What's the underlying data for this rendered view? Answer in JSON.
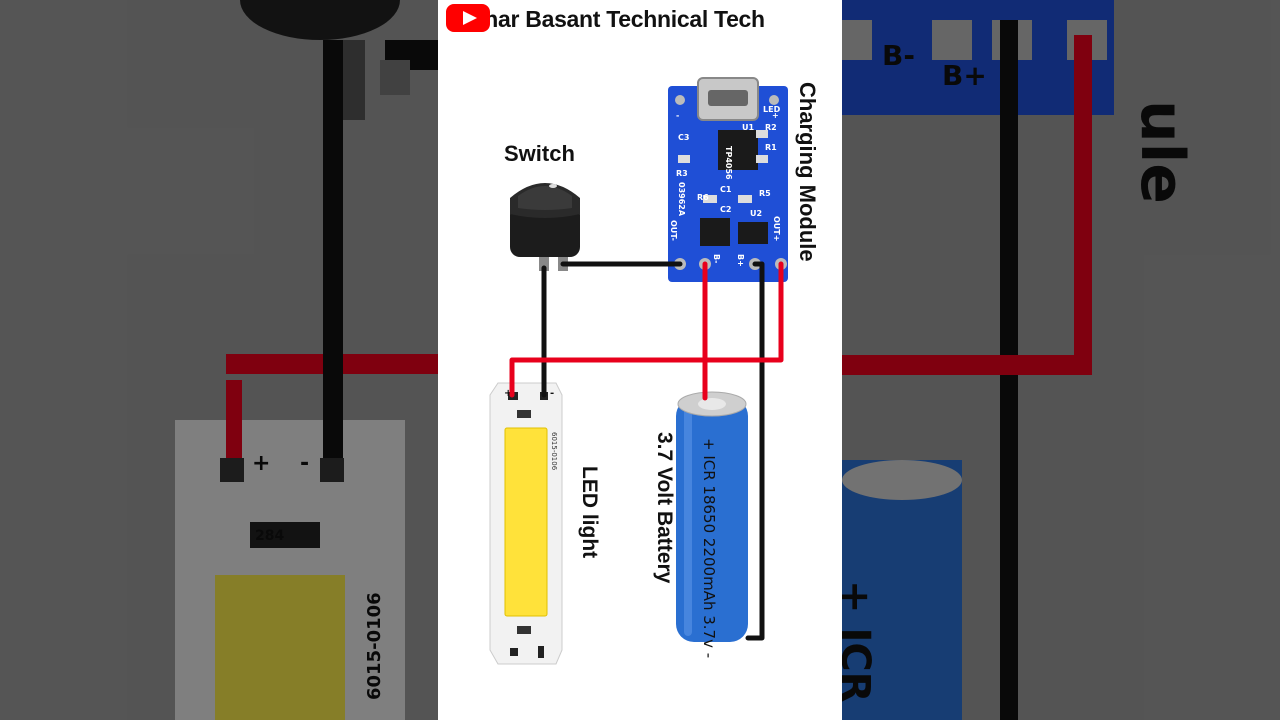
{
  "header": {
    "channel_name": "Tushar Basant Technical Tech",
    "logo_icon": "youtube-play-icon"
  },
  "labels": {
    "switch": "Switch",
    "charging_module": "Charging Module",
    "led_light": "LED light",
    "battery": "3.7 Volt Battery"
  },
  "charging_module": {
    "pins_top": [
      "-",
      "+"
    ],
    "pins_bottom": [
      "OUT-",
      "B-",
      "B+",
      "OUT+"
    ],
    "components": [
      "R2",
      "C3",
      "R1",
      "R3",
      "03962A",
      "R6",
      "C1",
      "R5",
      "C2",
      "U2",
      "U1",
      "LED"
    ],
    "chip_marking": "TP4056"
  },
  "battery": {
    "marking": "+ ICR 18650 2200mAh 3.7v -"
  },
  "led": {
    "part_number": "6015-0106",
    "terminal_minus": "-",
    "terminal_plus": "+"
  },
  "background": {
    "right_text": "ule",
    "right_pins": [
      "B-",
      "B+"
    ],
    "right_battery_text": "+ ICR",
    "left_plus": "+",
    "left_minus": "-",
    "left_part": "6015-0106"
  },
  "colors": {
    "wire_red": "#e8001c",
    "wire_black": "#111111",
    "pcb_blue": "#1f4fd6",
    "battery_blue": "#2a6fd1",
    "led_yellow": "#ffe23a",
    "youtube_red": "#ff0000"
  }
}
